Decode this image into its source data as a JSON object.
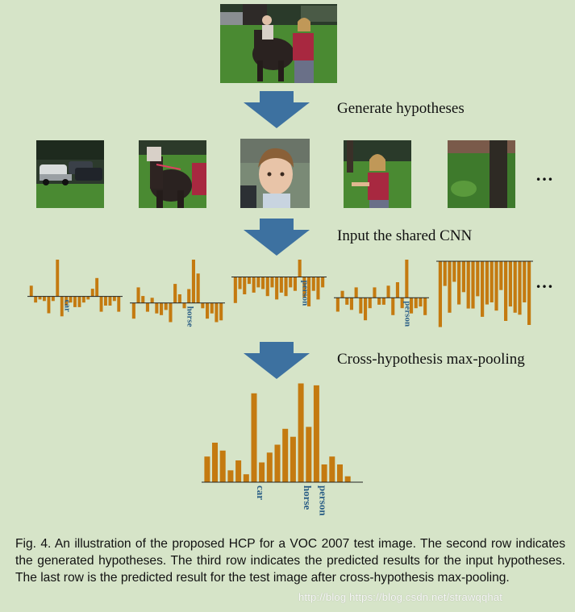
{
  "figure": {
    "steps": [
      {
        "label": "Generate hypotheses"
      },
      {
        "label": "Input the shared CNN"
      },
      {
        "label": "Cross-hypothesis max-pooling"
      }
    ],
    "ellipsis": "…",
    "caption": "Fig. 4. An illustration of the proposed HCP for a VOC 2007 test image. The second row indicates the generated hypotheses. The third row indicates the predicted results for the input hypotheses. The last row is the predicted result for the test image after cross-hypothesis max-pooling.",
    "watermark": "http://blog https://blog.csdn.net/strawqqhat",
    "colors": {
      "bar": "#c47a10",
      "label": "#2c5f86",
      "arrow": "#3d71a0",
      "background": "#d6e4c8"
    }
  },
  "chart_data": [
    {
      "type": "bar",
      "title": "hypothesis 1",
      "values": [
        0.35,
        -0.2,
        -0.1,
        -0.15,
        -0.55,
        -0.15,
        1.2,
        -0.65,
        -0.3,
        -0.2,
        -0.35,
        -0.35,
        -0.2,
        -0.1,
        0.25,
        0.6,
        -0.5,
        -0.3,
        -0.3,
        -0.15,
        -0.5
      ],
      "labels": [
        {
          "index": 7,
          "text": "car"
        }
      ]
    },
    {
      "type": "bar",
      "title": "hypothesis 2",
      "values": [
        -0.45,
        0.45,
        0.2,
        -0.25,
        0.15,
        -0.3,
        -0.35,
        -0.2,
        -0.55,
        0.55,
        0.25,
        -0.15,
        0.4,
        1.25,
        0.85,
        -0.15,
        -0.45,
        -0.3,
        -0.55,
        -0.5
      ],
      "labels": [
        {
          "index": 11,
          "text": "horse"
        }
      ]
    },
    {
      "type": "bar",
      "title": "hypothesis 3",
      "values": [
        -0.75,
        -0.35,
        -0.5,
        -0.2,
        -0.45,
        -0.3,
        -0.35,
        -0.55,
        -0.3,
        -0.65,
        -0.45,
        -0.55,
        -0.3,
        -0.4,
        0.5,
        -0.6,
        -0.85,
        -0.4,
        -0.65,
        -0.3
      ],
      "labels": [
        {
          "index": 14,
          "text": "person"
        }
      ]
    },
    {
      "type": "bar",
      "title": "hypothesis 4",
      "values": [
        -0.4,
        0.2,
        -0.2,
        -0.35,
        0.3,
        -0.45,
        -0.65,
        -0.3,
        0.3,
        -0.2,
        -0.2,
        0.35,
        -0.5,
        0.45,
        -0.3,
        1.1,
        -0.45,
        -0.3,
        -0.25,
        -0.5
      ],
      "labels": [
        {
          "index": 14,
          "text": "person"
        }
      ]
    },
    {
      "type": "bar",
      "title": "hypothesis 5",
      "values": [
        -1.6,
        -0.6,
        -1.25,
        -0.5,
        -1.05,
        -0.75,
        -1.15,
        -1.15,
        -0.85,
        -1.35,
        -1.05,
        -1.0,
        -1.2,
        -0.7,
        -1.45,
        -1.1,
        -1.25,
        -1.3,
        -1.0,
        -1.55
      ],
      "labels": []
    },
    {
      "type": "bar",
      "title": "max-pooled result",
      "values": [
        0.65,
        1.0,
        0.8,
        0.3,
        0.55,
        0.2,
        2.25,
        0.5,
        0.75,
        0.95,
        1.35,
        1.15,
        2.5,
        1.4,
        2.45,
        0.45,
        0.65,
        0.45,
        0.15
      ],
      "labels": [
        {
          "index": 6,
          "text": "car"
        },
        {
          "index": 12,
          "text": "horse"
        },
        {
          "index": 14,
          "text": "person"
        }
      ]
    }
  ]
}
